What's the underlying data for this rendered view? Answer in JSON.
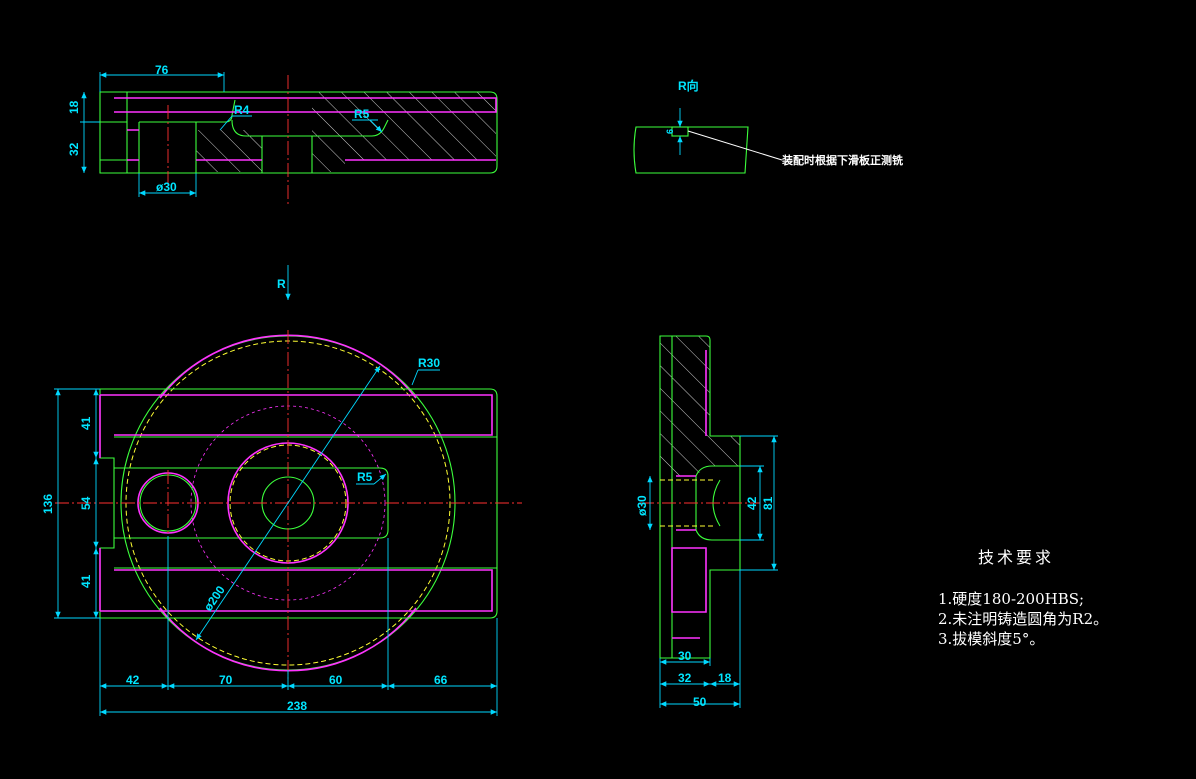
{
  "dimensions": {
    "top_76": "76",
    "top_18": "18",
    "top_32": "32",
    "top_r4": "R4",
    "top_r5": "R5",
    "top_d30": "ø30",
    "plan_r30": "R30",
    "plan_r5": "R5",
    "plan_d200": "ø200",
    "plan_41a": "41",
    "plan_54": "54",
    "plan_41b": "41",
    "plan_136": "136",
    "plan_42": "42",
    "plan_70": "70",
    "plan_60": "60",
    "plan_66": "66",
    "plan_238": "238",
    "side_d30": "ø30",
    "side_42": "42",
    "side_81": "81",
    "side_30": "30",
    "side_32": "32",
    "side_18": "18",
    "side_50": "50",
    "detail_6": "6"
  },
  "labels": {
    "view_r_top": "R向",
    "view_r_arrow": "R",
    "assembly_note": "装配时根据下滑板正测铣"
  },
  "tech_requirements": {
    "title": "技术要求",
    "items": [
      "1.硬度180-200HBS;",
      "2.未注明铸造圆角为R2。",
      "3.拔模斜度5°。"
    ]
  },
  "colors": {
    "outline": "#3cff3c",
    "hidden": "#ff33ff",
    "dimension": "#00d8ff",
    "centerline": "#ff3030",
    "text": "#ffffff"
  }
}
